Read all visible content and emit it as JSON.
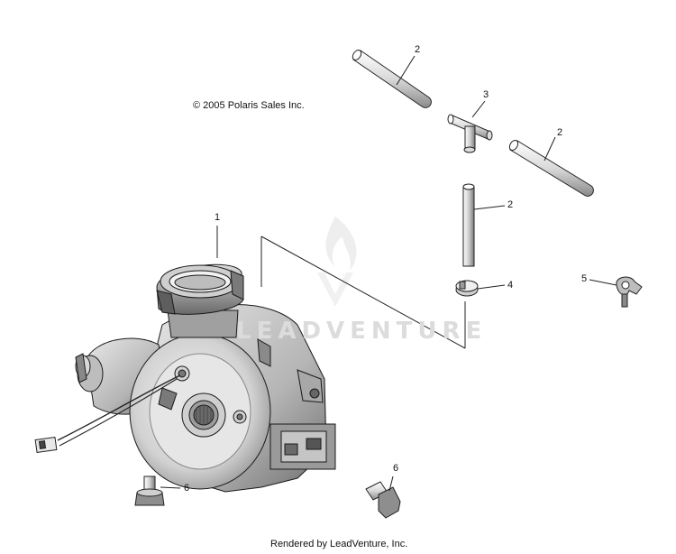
{
  "copyright": "© 2005 Polaris Sales Inc.",
  "footer": "Rendered by LeadVenture, Inc.",
  "watermark": "LEADVENTURE",
  "callouts": {
    "c1": "1",
    "c2a": "2",
    "c2b": "2",
    "c2c": "2",
    "c3": "3",
    "c4": "4",
    "c5": "5",
    "c6a": "6",
    "c6b": "6"
  }
}
